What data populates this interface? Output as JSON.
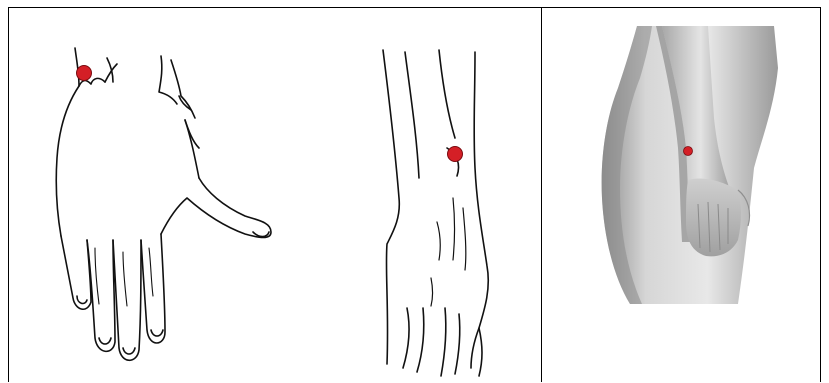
{
  "figure": {
    "panels": [
      {
        "kind": "line-drawing",
        "subject": "back-of-hand",
        "has_marker": true
      },
      {
        "kind": "line-drawing",
        "subject": "forearm-side",
        "has_marker": true
      },
      {
        "kind": "3d-render",
        "subject": "arm-model",
        "has_marker": true
      }
    ],
    "marker_color": "#d41f26",
    "line_color": "#111111",
    "render_shade": "#bdbdbd"
  }
}
